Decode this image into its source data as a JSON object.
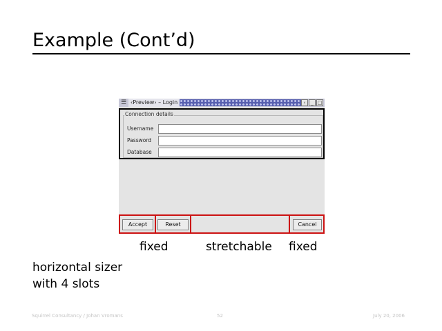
{
  "slide": {
    "title": "Example (Cont’d)"
  },
  "window": {
    "title": "‹Preview› – Login",
    "menu_icon": "menu-icon",
    "controls": [
      "back-icon",
      "minimize-icon",
      "maximize-icon"
    ],
    "group": {
      "legend": "Connection details",
      "fields": [
        {
          "label": "Username",
          "value": ""
        },
        {
          "label": "Password",
          "value": ""
        },
        {
          "label": "Database",
          "value": ""
        }
      ]
    },
    "buttons": {
      "accept": "Accept",
      "reset": "Reset",
      "cancel": "Cancel"
    }
  },
  "annotations": {
    "fixed_left": "fixed",
    "stretchable": "stretchable",
    "fixed_right": "fixed",
    "caption_line1": "horizontal sizer",
    "caption_line2": "with 4 slots"
  },
  "footer": {
    "left": "Squirrel Consultancy / Johan Vromans",
    "center": "52",
    "right": "July 20, 2006"
  },
  "colors": {
    "highlight": "#cc1111",
    "titlebar_pattern": "#5860b0",
    "client_bg": "#e4e4e4"
  }
}
